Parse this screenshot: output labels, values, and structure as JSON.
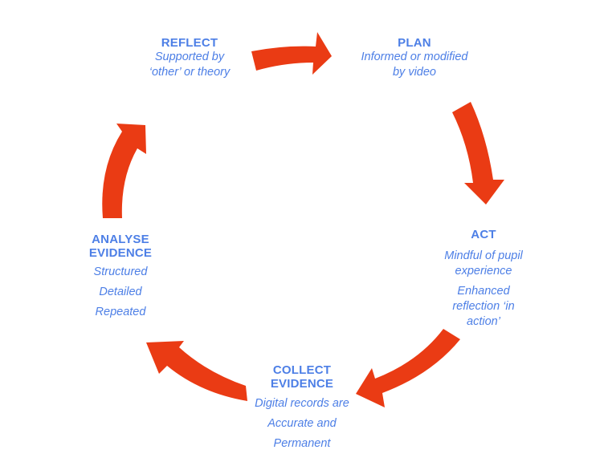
{
  "colors": {
    "arrow": "#ea3b14",
    "text": "#4d7fe6",
    "background": "#ffffff"
  },
  "stages": {
    "reflect": {
      "title": "REFLECT",
      "lines": [
        "Supported by",
        "‘other’ or theory"
      ]
    },
    "plan": {
      "title": "PLAN",
      "lines": [
        "Informed or modified",
        "by video"
      ]
    },
    "act": {
      "title": "ACT",
      "lines": [
        "Mindful of pupil",
        "experience",
        "Enhanced",
        "reflection ‘in",
        "action’"
      ]
    },
    "collect": {
      "title_line1": "COLLECT",
      "title_line2": "EVIDENCE",
      "lines": [
        "Digital records are",
        "Accurate and",
        "Permanent"
      ]
    },
    "analyse": {
      "title_line1": "ANALYSE",
      "title_line2": "EVIDENCE",
      "lines": [
        "Structured",
        "Detailed",
        "Repeated"
      ]
    }
  },
  "arrows": [
    {
      "from": "reflect",
      "to": "plan"
    },
    {
      "from": "plan",
      "to": "act"
    },
    {
      "from": "act",
      "to": "collect"
    },
    {
      "from": "collect",
      "to": "analyse"
    },
    {
      "from": "analyse",
      "to": "reflect"
    }
  ]
}
